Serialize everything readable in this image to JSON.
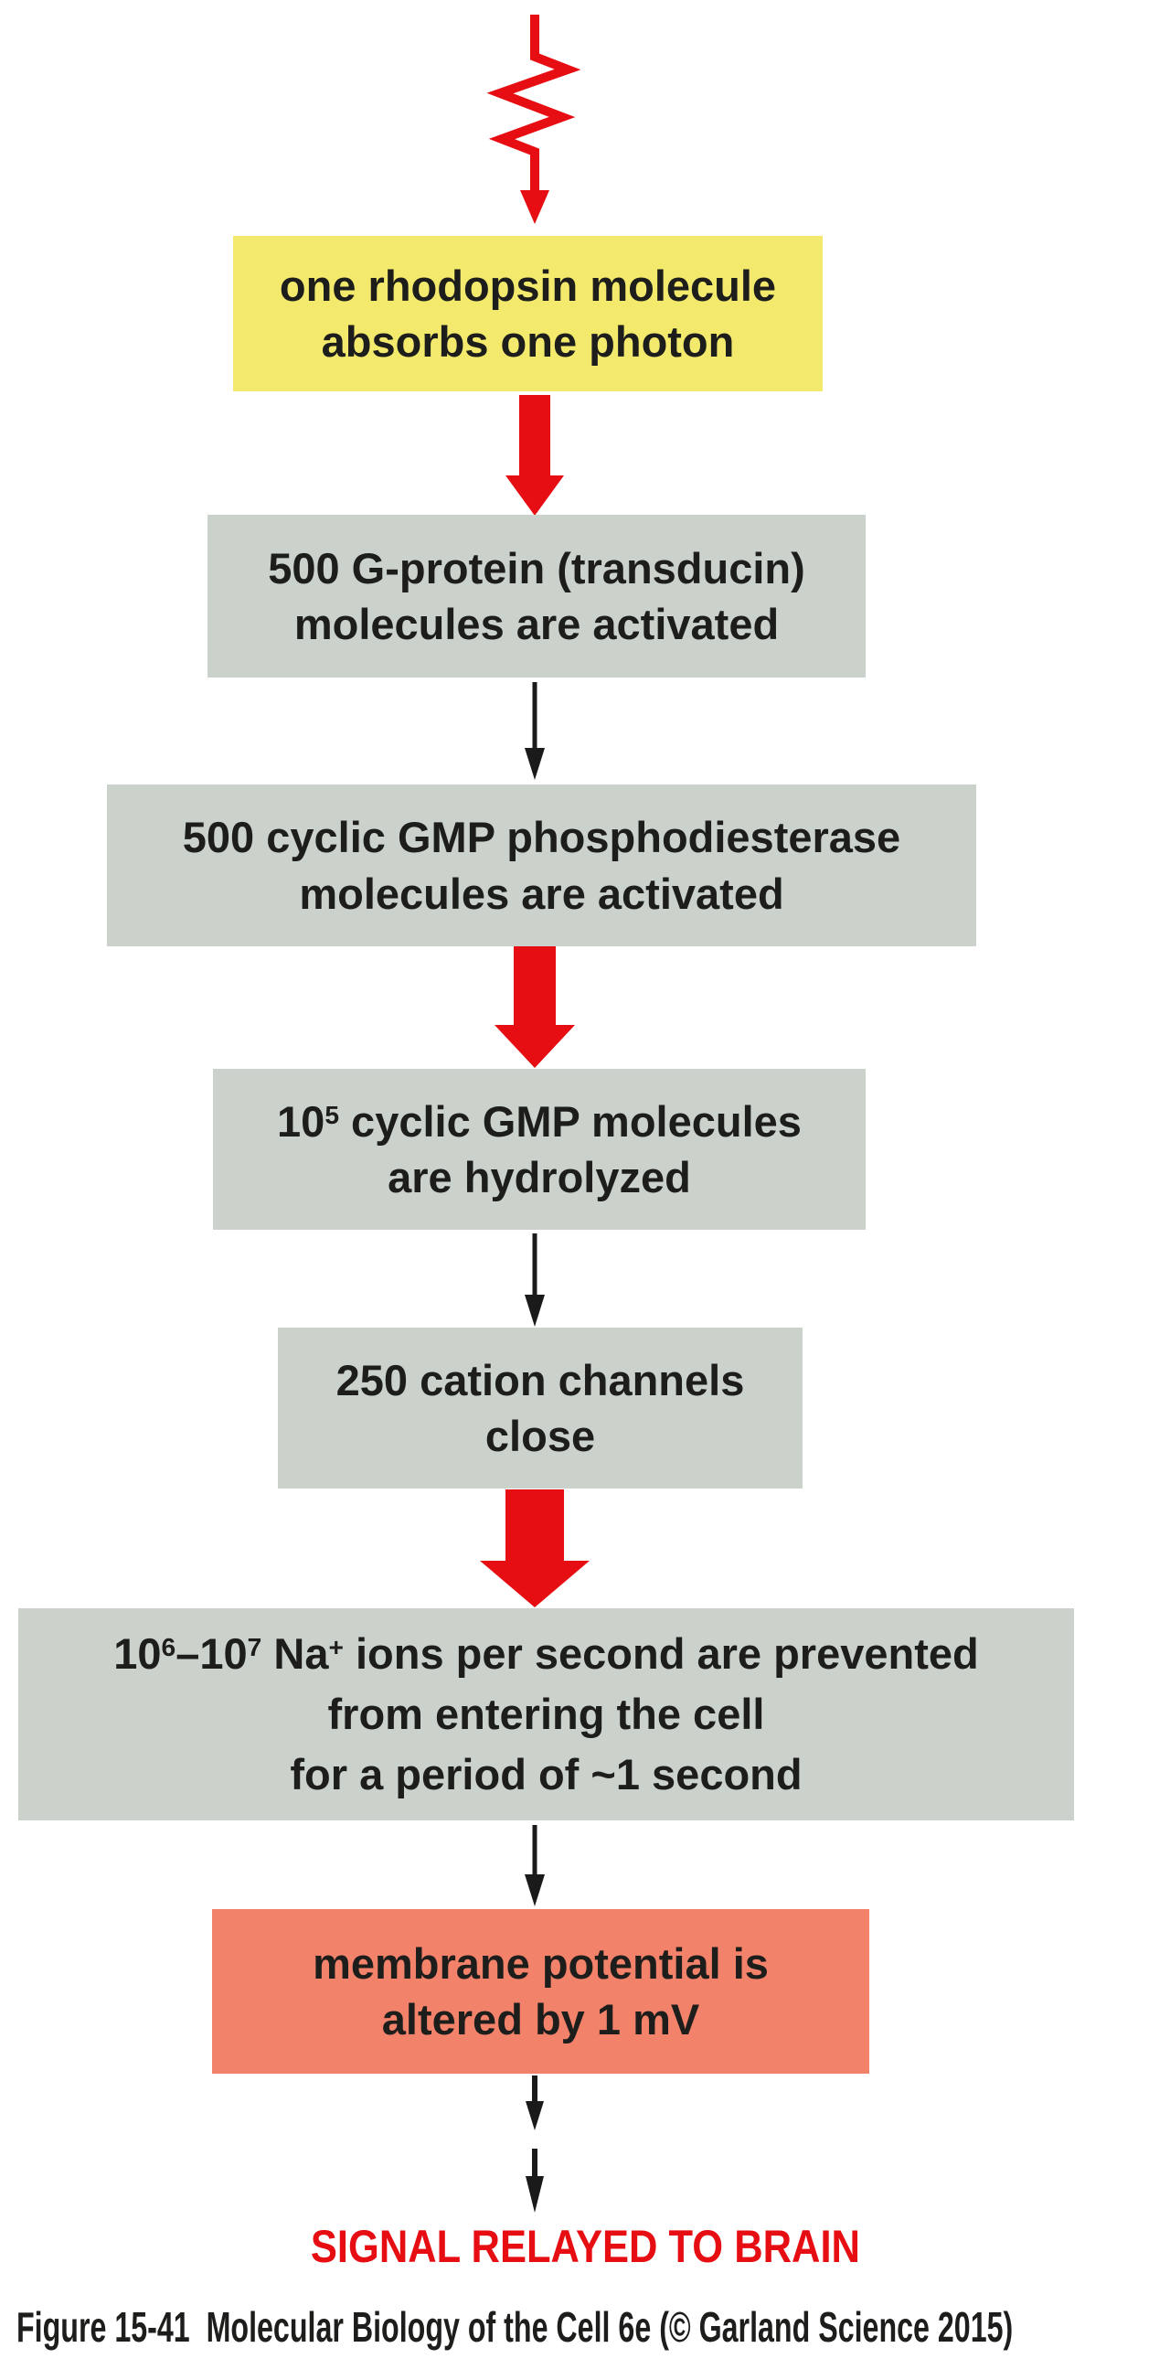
{
  "colors": {
    "background": "#ffffff",
    "accent-red": "#e60e13",
    "box-gray": "#cbd1cb",
    "box-yellow": "#f3ea6d",
    "box-salmon": "#f3826b",
    "text-black": "#1d1d1b",
    "arrow-black": "#1a1a1a"
  },
  "steps": [
    {
      "name": "rhodopsin",
      "highlight": "yellow",
      "lines": [
        [
          {
            "t": "one rhodopsin molecule"
          }
        ],
        [
          {
            "t": "absorbs one photon"
          }
        ]
      ]
    },
    {
      "name": "g-protein",
      "highlight": "gray",
      "lines": [
        [
          {
            "t": "500 G-protein (transducin)"
          }
        ],
        [
          {
            "t": "molecules are activated"
          }
        ]
      ]
    },
    {
      "name": "phosphodiesterase",
      "highlight": "gray",
      "lines": [
        [
          {
            "t": "500 cyclic GMP phosphodiesterase"
          }
        ],
        [
          {
            "t": "molecules are activated"
          }
        ]
      ]
    },
    {
      "name": "cgmp-hydrolyzed",
      "highlight": "gray",
      "lines": [
        [
          {
            "t": "10"
          },
          {
            "t": "5",
            "sup": true
          },
          {
            "t": " cyclic GMP molecules"
          }
        ],
        [
          {
            "t": "are hydrolyzed"
          }
        ]
      ]
    },
    {
      "name": "cation-channels",
      "highlight": "gray",
      "lines": [
        [
          {
            "t": "250 cation channels"
          }
        ],
        [
          {
            "t": "close"
          }
        ]
      ]
    },
    {
      "name": "na-ions",
      "highlight": "gray",
      "lines": [
        [
          {
            "t": "10"
          },
          {
            "t": "6",
            "sup": true
          },
          {
            "t": "–10"
          },
          {
            "t": "7",
            "sup": true
          },
          {
            "t": " Na"
          },
          {
            "t": "+",
            "sup": true
          },
          {
            "t": " ions per second are prevented"
          }
        ],
        [
          {
            "t": "from entering the cell"
          }
        ],
        [
          {
            "t": "for a period of ~1 second"
          }
        ]
      ]
    },
    {
      "name": "membrane-potential",
      "highlight": "salmon",
      "lines": [
        [
          {
            "t": "membrane potential is"
          }
        ],
        [
          {
            "t": "altered by 1 mV"
          }
        ]
      ]
    }
  ],
  "footer": {
    "signal_label": "SIGNAL RELAYED TO BRAIN",
    "caption": "Figure 15-41  Molecular Biology of the Cell 6e (© Garland Science 2015)"
  }
}
